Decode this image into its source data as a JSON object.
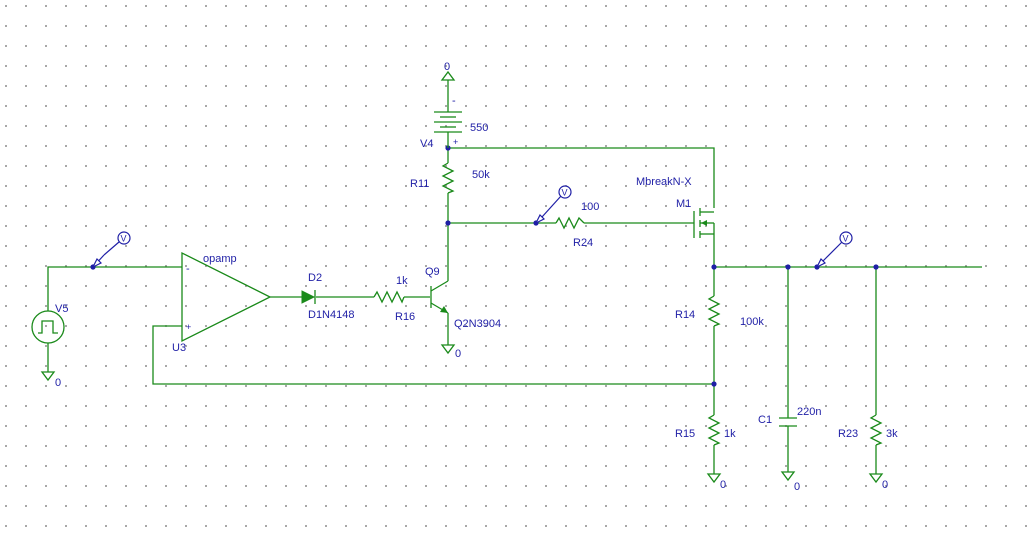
{
  "components": {
    "v5": {
      "ref": "V5",
      "ground": "0"
    },
    "u3": {
      "ref": "U3",
      "value": "opamp",
      "minus": "-",
      "plus": "+"
    },
    "d2": {
      "ref": "D2",
      "value": "D1N4148"
    },
    "r16": {
      "ref": "R16",
      "value": "1k"
    },
    "q9": {
      "ref": "Q9",
      "value": "Q2N3904",
      "ground": "0"
    },
    "v4": {
      "ref": "V4",
      "value": "550",
      "ground": "0",
      "minus": "-",
      "plus": "+"
    },
    "r11": {
      "ref": "R11",
      "value": "50k"
    },
    "r24": {
      "ref": "R24",
      "value": "100"
    },
    "m1": {
      "ref": "M1",
      "value": "MbreakN-X"
    },
    "r14": {
      "ref": "R14",
      "value": "100k"
    },
    "r15": {
      "ref": "R15",
      "value": "1k",
      "ground": "0"
    },
    "c1": {
      "ref": "C1",
      "value": "220n",
      "ground": "0"
    },
    "r23": {
      "ref": "R23",
      "value": "3k",
      "ground": "0"
    }
  },
  "probes": {
    "input": {
      "letter": "V"
    },
    "gate": {
      "letter": "V"
    },
    "output": {
      "letter": "V"
    }
  },
  "colors": {
    "wire": "#1a8a1a",
    "label": "#1f1fa6",
    "grid_dot": "#9a9a9a",
    "background": "#ffffff"
  }
}
